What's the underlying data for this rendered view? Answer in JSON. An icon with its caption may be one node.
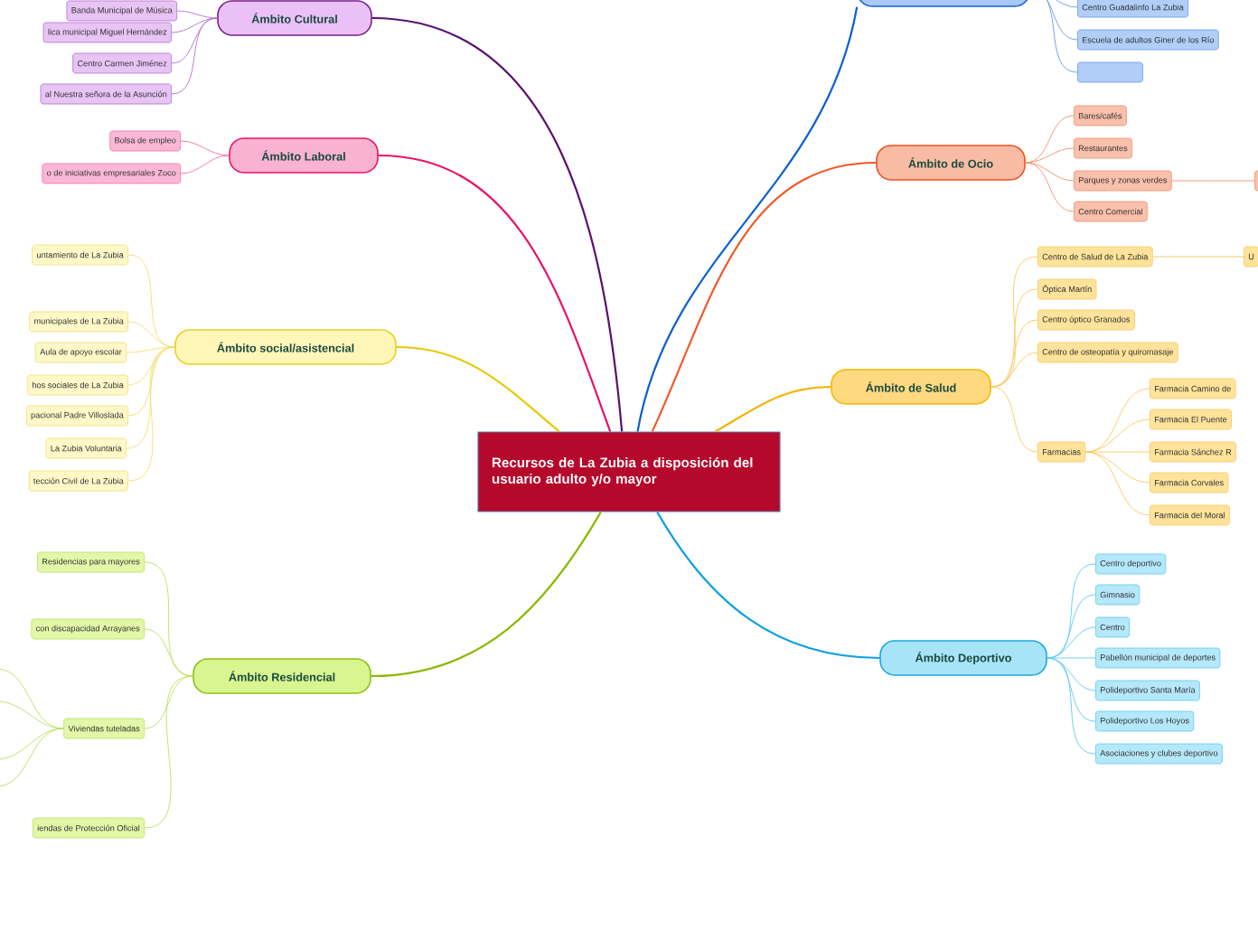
{
  "diagram": {
    "nodes": [
      {
        "text": [
          "Recursos de La Zubia a disposición del usuario adulto y/o mayor"
        ]
      },
      {
        "text": [
          "Ámbito Cultural"
        ]
      },
      {
        "text": [
          "Banda Municipal de Música"
        ]
      },
      {
        "text": [
          "lica municipal Miguel Hernández"
        ]
      },
      {
        "text": [
          "Centro Carmen Jiménez"
        ]
      },
      {
        "text": [
          "al Nuestra señora de la Asunción"
        ]
      },
      {
        "text": [
          "Ámbito Laboral"
        ]
      },
      {
        "text": [
          "Bolsa de empleo"
        ]
      },
      {
        "text": [
          "o de iniciativas empresariales Zoco"
        ]
      },
      {
        "text": [
          "Ámbito social/asistencial"
        ]
      },
      {
        "text": [
          "untamiento de La Zubia"
        ]
      },
      {
        "text": [
          "municipales de La Zubia"
        ]
      },
      {
        "text": [
          "Aula de apoyo escolar"
        ]
      },
      {
        "text": [
          "hos sociales de La Zubia"
        ]
      },
      {
        "text": [
          "pacional Padre Villoslada"
        ]
      },
      {
        "text": [
          "La Zubia Voluntaria"
        ]
      },
      {
        "text": [
          "tección Civil de La Zubia"
        ]
      },
      {
        "text": [
          "Ámbito Residencial"
        ]
      },
      {
        "text": [
          "Residencias para mayores"
        ]
      },
      {
        "text": [
          "con discapacidad Arrayanes"
        ]
      },
      {
        "text": [
          "Viviendas tuteladas"
        ]
      },
      {
        "text": [
          "iendas de Protección Oficial"
        ]
      },
      {
        "text": [],
        "shape": "box"
      },
      {
        "text": [
          "Centro Guadalinfo La Zubia"
        ]
      },
      {
        "text": [
          "Escuela de adultos Giner de los Río"
        ]
      },
      {
        "text": [],
        "shape": "box"
      },
      {
        "text": [
          "Ámbito de Ocio"
        ]
      },
      {
        "text": [
          "Bares/cafés"
        ]
      },
      {
        "text": [
          "Restaurantes"
        ]
      },
      {
        "text": [
          "Parques y zonas verdes"
        ]
      },
      {
        "text": [],
        "shape": "box"
      },
      {
        "text": [
          "Centro Comercial"
        ]
      },
      {
        "text": [
          "Ámbito de Salud"
        ]
      },
      {
        "text": [
          "Centro de Salud de La Zubia"
        ]
      },
      {
        "text": [
          "U"
        ]
      },
      {
        "text": [
          "Óptica Martín"
        ]
      },
      {
        "text": [
          "Centro óptico Granados"
        ]
      },
      {
        "text": [
          "Centro de osteopatía y quiromasaje"
        ]
      },
      {
        "text": [
          "Farmacias"
        ]
      },
      {
        "text": [
          "Farmacia Camino de"
        ]
      },
      {
        "text": [
          "Farmacia El Puente"
        ]
      },
      {
        "text": [
          "Farmacia Sánchez R"
        ]
      },
      {
        "text": [
          "Farmacia Corvales"
        ]
      },
      {
        "text": [
          "Farmacia del Moral"
        ]
      },
      {
        "text": [
          "Ámbito Deportivo"
        ]
      },
      {
        "text": [
          "Centro deportivo"
        ]
      },
      {
        "text": [
          "Gimnasio"
        ]
      },
      {
        "text": [
          "Centro"
        ]
      },
      {
        "text": [
          "Pabellón municipal de deportes"
        ]
      },
      {
        "text": [
          "Polideportivo Santa María"
        ]
      },
      {
        "text": [
          "Polideportivo Los Hoyos"
        ]
      },
      {
        "text": [
          "Asociaciones y clubes deportivo"
        ]
      }
    ],
    "edges": [
      {
        "from": 0,
        "to": 1,
        "arrow": "none",
        "color": "#5a1070"
      },
      {
        "from": 1,
        "to": 2,
        "arrow": "none",
        "color": "#b070d0"
      },
      {
        "from": 1,
        "to": 3,
        "arrow": "none",
        "color": "#b070d0"
      },
      {
        "from": 1,
        "to": 4,
        "arrow": "none",
        "color": "#b070d0"
      },
      {
        "from": 1,
        "to": 5,
        "arrow": "none",
        "color": "#b070d0"
      },
      {
        "from": 0,
        "to": 6,
        "arrow": "none",
        "color": "#e8106a"
      },
      {
        "from": 6,
        "to": 7,
        "arrow": "none",
        "color": "#f070a8"
      },
      {
        "from": 6,
        "to": 8,
        "arrow": "none",
        "color": "#f070a8"
      },
      {
        "from": 0,
        "to": 9,
        "arrow": "none",
        "color": "#e8c800"
      },
      {
        "from": 9,
        "to": 10,
        "arrow": "none",
        "color": "#f0e070"
      },
      {
        "from": 9,
        "to": 11,
        "arrow": "none",
        "color": "#f0e070"
      },
      {
        "from": 9,
        "to": 12,
        "arrow": "none",
        "color": "#f0e070"
      },
      {
        "from": 9,
        "to": 13,
        "arrow": "none",
        "color": "#f0e070"
      },
      {
        "from": 9,
        "to": 14,
        "arrow": "none",
        "color": "#f0e070"
      },
      {
        "from": 9,
        "to": 15,
        "arrow": "none",
        "color": "#f0e070"
      },
      {
        "from": 9,
        "to": 16,
        "arrow": "none",
        "color": "#f0e070"
      },
      {
        "from": 0,
        "to": 17,
        "arrow": "none",
        "color": "#8cb800"
      },
      {
        "from": 17,
        "to": 18,
        "arrow": "none",
        "color": "#b8e060"
      },
      {
        "from": 17,
        "to": 19,
        "arrow": "none",
        "color": "#b8e060"
      },
      {
        "from": 17,
        "to": 20,
        "arrow": "none",
        "color": "#b8e060"
      },
      {
        "from": 17,
        "to": 21,
        "arrow": "none",
        "color": "#b8e060"
      },
      {
        "from": 20,
        "to": null,
        "arrow": "none",
        "color": "#b8e060"
      },
      {
        "from": 20,
        "to": null,
        "arrow": "none",
        "color": "#b8e060"
      },
      {
        "from": 20,
        "to": null,
        "arrow": "none",
        "color": "#b8e060"
      },
      {
        "from": 20,
        "to": null,
        "arrow": "none",
        "color": "#b8e060"
      },
      {
        "from": 0,
        "to": 22,
        "arrow": "none",
        "color": "#1060d0"
      },
      {
        "from": 22,
        "to": 23,
        "arrow": "none",
        "color": "#6898e8"
      },
      {
        "from": 22,
        "to": 24,
        "arrow": "none",
        "color": "#6898e8"
      },
      {
        "from": 22,
        "to": 25,
        "arrow": "none",
        "color": "#6898e8"
      },
      {
        "from": 0,
        "to": 26,
        "arrow": "none",
        "color": "#f05a28"
      },
      {
        "from": 26,
        "to": 27,
        "arrow": "none",
        "color": "#f09070"
      },
      {
        "from": 26,
        "to": 28,
        "arrow": "none",
        "color": "#f09070"
      },
      {
        "from": 26,
        "to": 29,
        "arrow": "none",
        "color": "#f09070"
      },
      {
        "from": 29,
        "to": 30,
        "arrow": "none",
        "color": "#f09070"
      },
      {
        "from": 26,
        "to": 31,
        "arrow": "none",
        "color": "#f09070"
      },
      {
        "from": 0,
        "to": 32,
        "arrow": "none",
        "color": "#f0b400"
      },
      {
        "from": 32,
        "to": 33,
        "arrow": "none",
        "color": "#f8c860"
      },
      {
        "from": 33,
        "to": 34,
        "arrow": "none",
        "color": "#f8c860"
      },
      {
        "from": 32,
        "to": 35,
        "arrow": "none",
        "color": "#f8c860"
      },
      {
        "from": 32,
        "to": 36,
        "arrow": "none",
        "color": "#f8c860"
      },
      {
        "from": 32,
        "to": 37,
        "arrow": "none",
        "color": "#f8c860"
      },
      {
        "from": 32,
        "to": 38,
        "arrow": "none",
        "color": "#f8c860"
      },
      {
        "from": 38,
        "to": 39,
        "arrow": "none",
        "color": "#f8c860"
      },
      {
        "from": 38,
        "to": 40,
        "arrow": "none",
        "color": "#f8c860"
      },
      {
        "from": 38,
        "to": 41,
        "arrow": "none",
        "color": "#f8c860"
      },
      {
        "from": 38,
        "to": 42,
        "arrow": "none",
        "color": "#f8c860"
      },
      {
        "from": 38,
        "to": 43,
        "arrow": "none",
        "color": "#f8c860"
      },
      {
        "from": 0,
        "to": 44,
        "arrow": "none",
        "color": "#10a0e0"
      },
      {
        "from": 44,
        "to": 45,
        "arrow": "none",
        "color": "#60c8f0"
      },
      {
        "from": 44,
        "to": 46,
        "arrow": "none",
        "color": "#60c8f0"
      },
      {
        "from": 44,
        "to": 47,
        "arrow": "none",
        "color": "#60c8f0"
      },
      {
        "from": 44,
        "to": 48,
        "arrow": "none",
        "color": "#60c8f0"
      },
      {
        "from": 44,
        "to": 49,
        "arrow": "none",
        "color": "#60c8f0"
      },
      {
        "from": 44,
        "to": 50,
        "arrow": "none",
        "color": "#60c8f0"
      },
      {
        "from": 44,
        "to": 51,
        "arrow": "none",
        "color": "#60c8f0"
      }
    ]
  }
}
